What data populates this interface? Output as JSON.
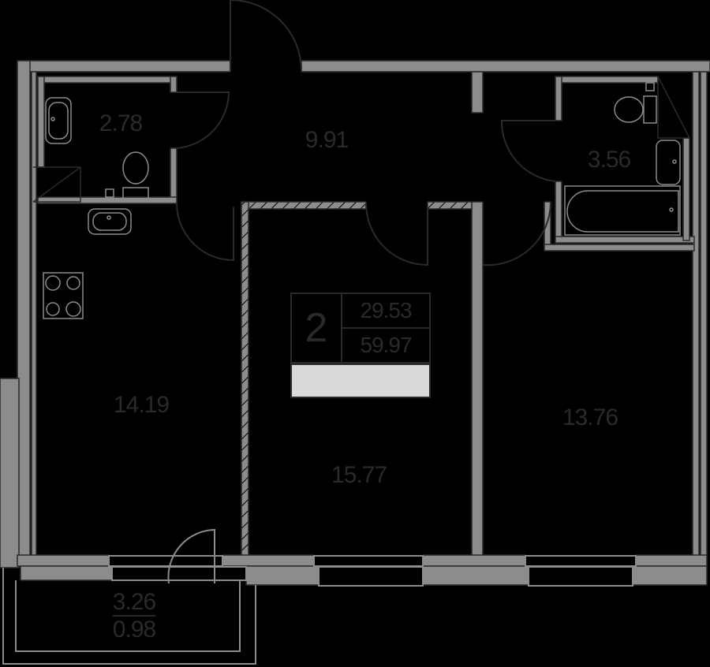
{
  "plan": {
    "type": "apartment-floor-plan",
    "wall_color": "#8c8c8c",
    "line_color": "#2a2a2a",
    "background": "#000000"
  },
  "summary": {
    "rooms_count": "2",
    "living_area": "29.53",
    "total_area": "59.97"
  },
  "rooms": [
    {
      "id": "bathroom-1",
      "area": "2.78"
    },
    {
      "id": "hallway",
      "area": "9.91"
    },
    {
      "id": "bathroom-2",
      "area": "3.56"
    },
    {
      "id": "kitchen",
      "area": "14.19"
    },
    {
      "id": "living-room",
      "area": "15.77"
    },
    {
      "id": "bedroom",
      "area": "13.76"
    }
  ],
  "balcony": {
    "area": "3.26",
    "reduced_area": "0.98"
  }
}
